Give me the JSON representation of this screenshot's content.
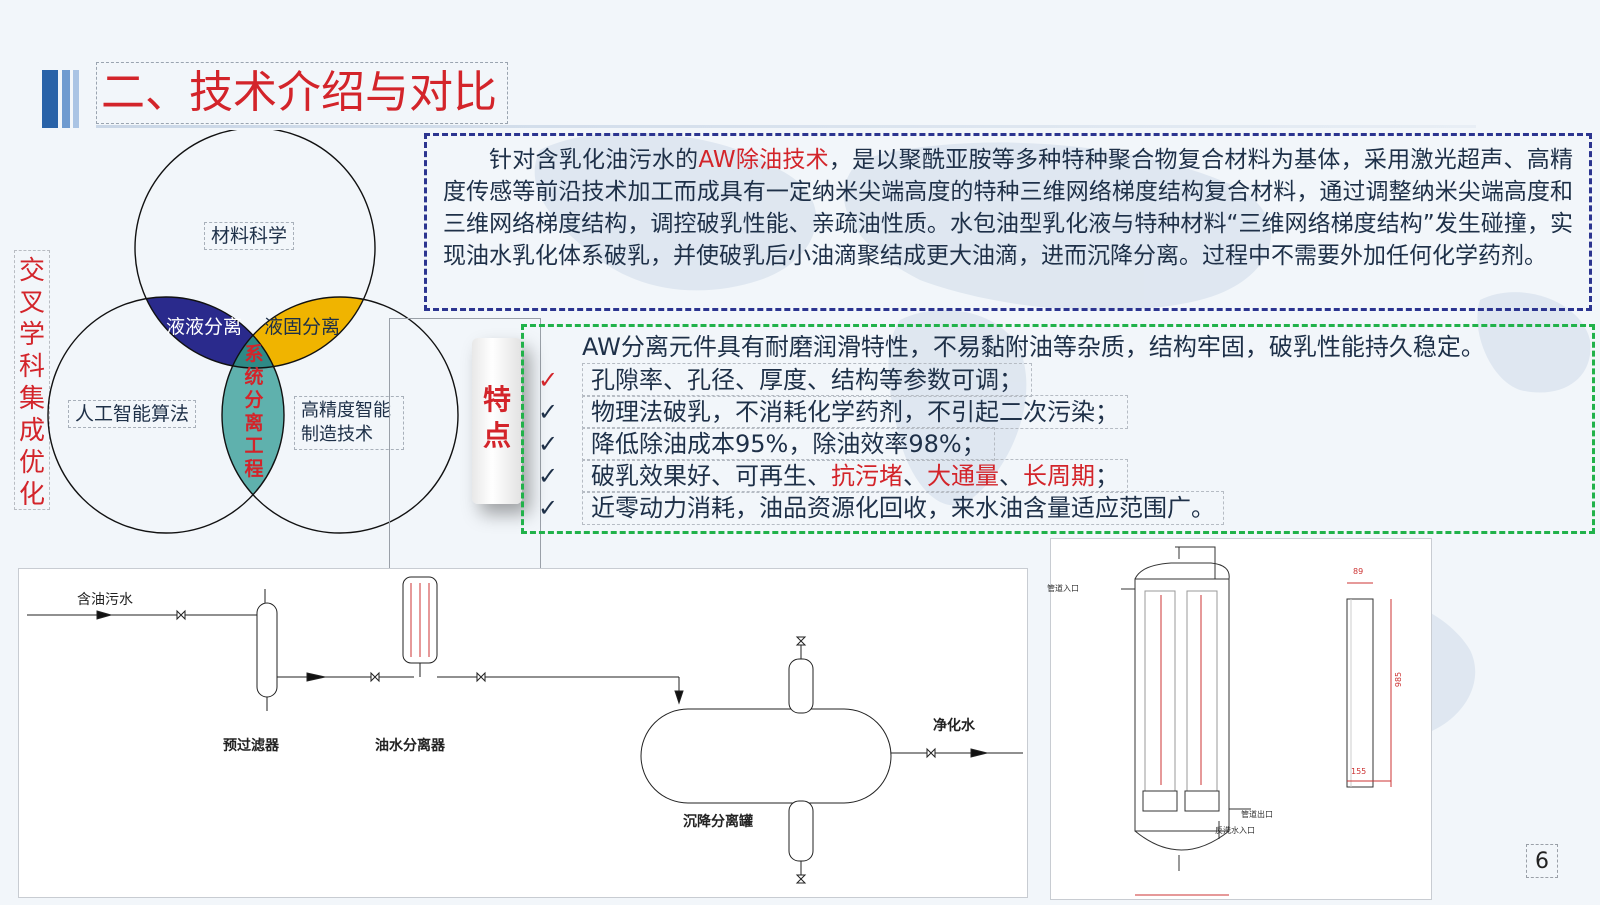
{
  "slide": {
    "title": "二、技术介绍与对比",
    "page_number": "6"
  },
  "venn": {
    "side_label": "交叉学科集成优化",
    "circle_top": "材料科学",
    "circle_left": "人工智能算法",
    "circle_right": "高精度智能制造技术",
    "overlap_top_left": "液液分离",
    "overlap_top_right": "液固分离",
    "center": "系统分离工程",
    "colors": {
      "blue": "#2a2a8c",
      "gold": "#f0b400",
      "teal": "#5fb1ad"
    }
  },
  "description": {
    "pre": "针对含乳化油污水的",
    "highlight": "AW除油技术",
    "post": "，是以聚酰亚胺等多种特种聚合物复合材料为基体，采用激光超声、高精度传感等前沿技术加工而成具有一定纳米尖端高度的特种三维网络梯度结构复合材料，通过调整纳米尖端高度和三维网络梯度结构，调控破乳性能、亲疏油性质。水包油型乳化液与特种材料“三维网络梯度结构”发生碰撞，实现油水乳化体系破乳，并使破乳后小油滴聚结成更大油滴，进而沉降分离。过程中不需要外加任何化学药剂。"
  },
  "features": {
    "tab_label": "特点",
    "intro": "AW分离元件具有耐磨润滑特性，不易黏附油等杂质，结构牢固，破乳性能持久稳定。",
    "check_mark": "✓",
    "item1": "孔隙率、孔径、厚度、结构等参数可调；",
    "item2": "物理法破乳，不消耗化学药剂，不引起二次污染；",
    "item3": "降低除油成本95%，除油效率98%；",
    "item4_a": "破乳效果好、可再生、",
    "item4_b": "抗污堵",
    "item4_c": "、",
    "item4_d": "大通量",
    "item4_e": "、",
    "item4_f": "长周期",
    "item4_g": "；",
    "item5": "近零动力消耗，油品资源化回收，来水油含量适应范围广。"
  },
  "flow_diagram": {
    "inlet": "含油污水",
    "prefilter": "预过滤器",
    "separator": "油水分离器",
    "tank": "沉降分离罐",
    "outlet": "净化水"
  },
  "vessel_drawing": {
    "pipe_inlet": "管道入口",
    "pipe_outlet": "管道出口",
    "backwash_inlet": "反洗水入口",
    "dim_top": "89",
    "dim_height": "985",
    "dim_bottom": "155"
  }
}
